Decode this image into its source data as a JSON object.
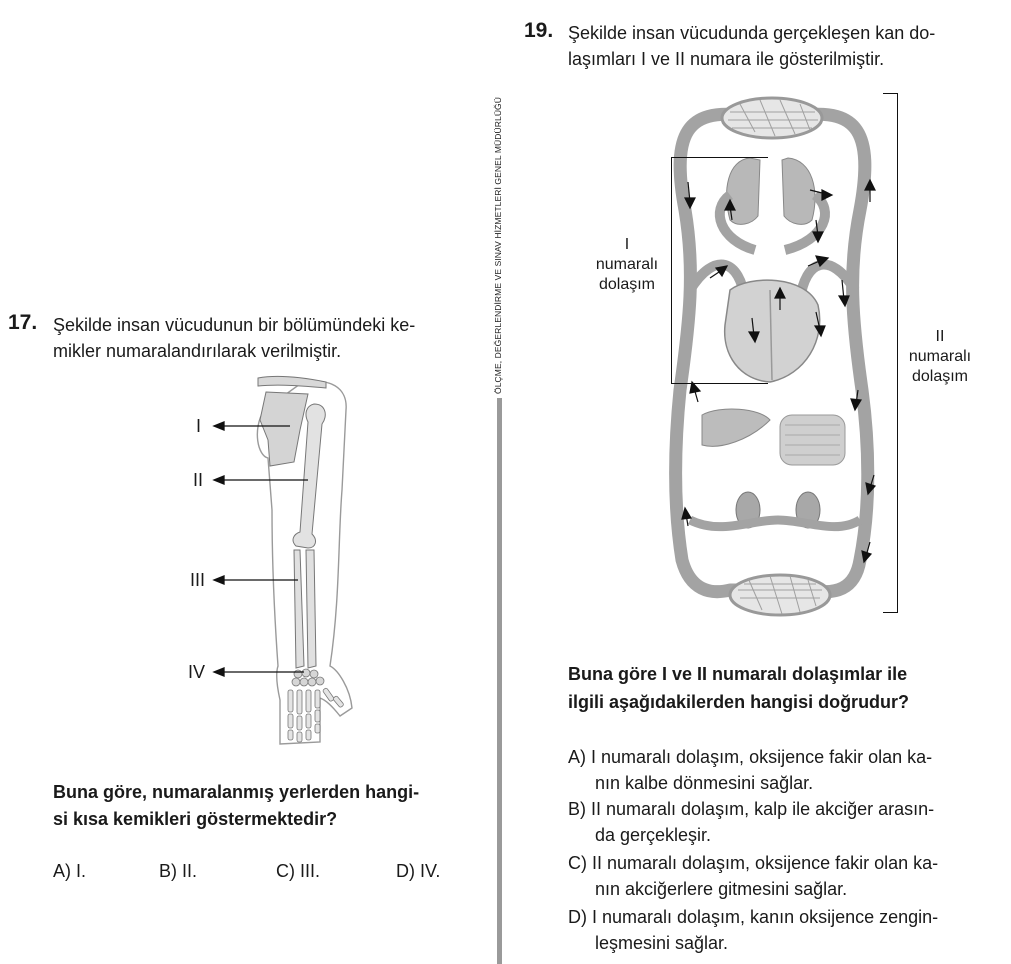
{
  "side_text": "ÖLÇME, DEĞERLENDİRME VE SINAV HİZMETLERİ GENEL MÜDÜRLÜĞÜ",
  "q17": {
    "number": "17.",
    "text_line1": "Şekilde insan vücudunun bir bölümündeki ke-",
    "text_line2": "mikler numaralandırılarak verilmiştir.",
    "labels": [
      "I",
      "II",
      "III",
      "IV"
    ],
    "question_line1": "Buna göre, numaralanmış yerlerden hangi-",
    "question_line2": "si kısa kemikleri göstermektedir?",
    "options": [
      "A) I.",
      "B) II.",
      "C) III.",
      "D) IV."
    ]
  },
  "q19": {
    "number": "19.",
    "text_line1": "Şekilde insan vücudunda gerçekleşen kan do-",
    "text_line2": "laşımları I ve II numara ile gösterilmiştir.",
    "label_I": [
      "I",
      "numaralı",
      "dolaşım"
    ],
    "label_II": [
      "II",
      "numaralı",
      "dolaşım"
    ],
    "question_line1": "Buna göre I ve II numaralı dolaşımlar ile",
    "question_line2": "ilgili aşağıdakilerden hangisi doğrudur?",
    "options": [
      {
        "line1": "A) I numaralı dolaşım, oksijence fakir olan ka-",
        "line2": "nın kalbe dönmesini sağlar."
      },
      {
        "line1": "B) II numaralı dolaşım, kalp ile akciğer arasın-",
        "line2": "da gerçekleşir."
      },
      {
        "line1": "C) II numaralı dolaşım, oksijence fakir olan ka-",
        "line2": "nın akciğerlere gitmesini sağlar."
      },
      {
        "line1": "D) I numaralı dolaşım, kanın oksijence zengin-",
        "line2": "leşmesini sağlar."
      }
    ]
  }
}
